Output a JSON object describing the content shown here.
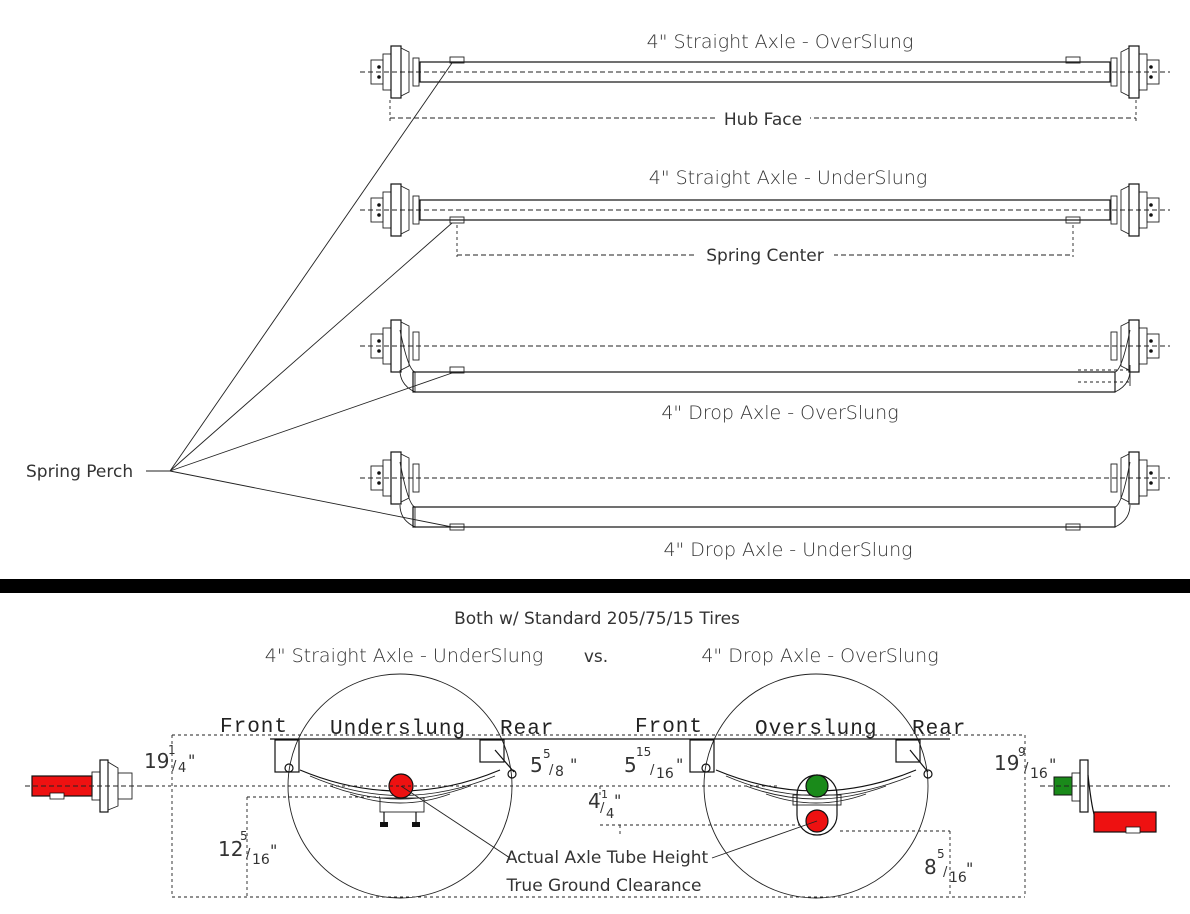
{
  "top_diagrams": {
    "straight_over_title": "4\" Straight Axle - OverSlung",
    "hub_face_label": "Hub Face",
    "straight_under_title": "4\" Straight Axle - UnderSlung",
    "spring_center_label": "Spring Center",
    "drop_over_title": "4\" Drop Axle - OverSlung",
    "drop_under_title": "4\" Drop Axle - UnderSlung",
    "spring_perch_label": "Spring Perch"
  },
  "bottom_comparison": {
    "header": "Both w/ Standard 205/75/15 Tires",
    "left_title": "4\" Straight Axle - UnderSlung",
    "vs_label": "vs.",
    "right_title": "4\" Drop Axle - OverSlung",
    "left_front": "Front",
    "left_center": "Underslung",
    "left_rear": "Rear",
    "right_front": "Front",
    "right_center": "Overslung",
    "right_rear": "Rear",
    "axle_tube_label": "Actual Axle Tube Height",
    "clearance_label": "True Ground Clearance",
    "dims": {
      "d1_whole": "19",
      "d1_num": "1",
      "d1_den": "4",
      "d1_unit": "\"",
      "d2_whole": "5",
      "d2_num": "5",
      "d2_den": "8",
      "d2_unit": "\"",
      "d3_whole": "5",
      "d3_num": "15",
      "d3_den": "16",
      "d3_unit": "\"",
      "d4_whole": "19",
      "d4_num": "9",
      "d4_den": "16",
      "d4_unit": "\"",
      "d5_whole": "4",
      "d5_num": "1",
      "d5_den": "4",
      "d5_unit": "\"",
      "d6_whole": "12",
      "d6_num": "5",
      "d6_den": "16",
      "d6_unit": "\"",
      "d7_whole": "8",
      "d7_num": "5",
      "d7_den": "16",
      "d7_unit": "\""
    }
  },
  "colors": {
    "axle_red": "#ee1111",
    "hub_green": "#1a8a1a",
    "separator": "#000000"
  }
}
